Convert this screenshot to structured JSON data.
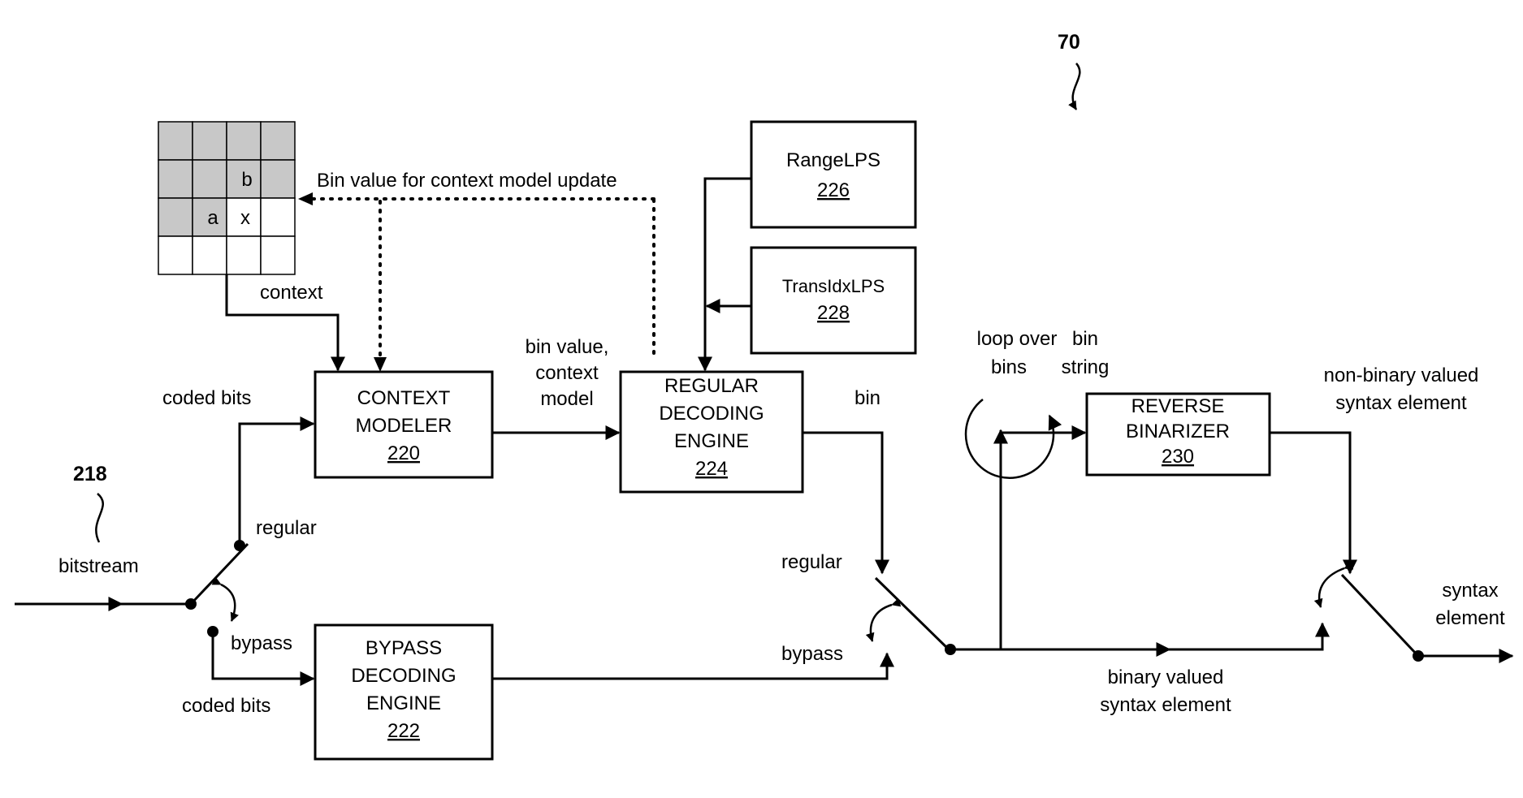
{
  "figure_number": "70",
  "bitstream_ref": "218",
  "context_grid": {
    "cell_b": "b",
    "cell_a": "a",
    "cell_x": "x"
  },
  "blocks": {
    "context_modeler": {
      "line1": "CONTEXT",
      "line2": "MODELER",
      "number": "220"
    },
    "bypass_engine": {
      "line1": "BYPASS",
      "line2": "DECODING",
      "line3": "ENGINE",
      "number": "222"
    },
    "regular_engine": {
      "line1": "REGULAR",
      "line2": "DECODING",
      "line3": "ENGINE",
      "number": "224"
    },
    "range_lps": {
      "line1": "RangeLPS",
      "number": "226"
    },
    "trans_idx_lps": {
      "line1": "TransIdxLPS",
      "number": "228"
    },
    "reverse_binarizer": {
      "line1": "REVERSE",
      "line2": "BINARIZER",
      "number": "230"
    }
  },
  "labels": {
    "bin_value_update": "Bin value for context model update",
    "context": "context",
    "coded_bits_top": "coded bits",
    "coded_bits_bottom": "coded bits",
    "bitstream": "bitstream",
    "regular_in": "regular",
    "bypass_in": "bypass",
    "bin_value": "bin value,",
    "context_word": "context",
    "model_word": "model",
    "bin": "bin",
    "regular_out": "regular",
    "bypass_out": "bypass",
    "loop_over": "loop over",
    "bins": "bins",
    "bin_word": "bin",
    "string_word": "string",
    "non_binary_1": "non-binary valued",
    "non_binary_2": "syntax element",
    "binary_valued_1": "binary valued",
    "binary_valued_2": "syntax element",
    "syntax": "syntax",
    "element": "element"
  }
}
